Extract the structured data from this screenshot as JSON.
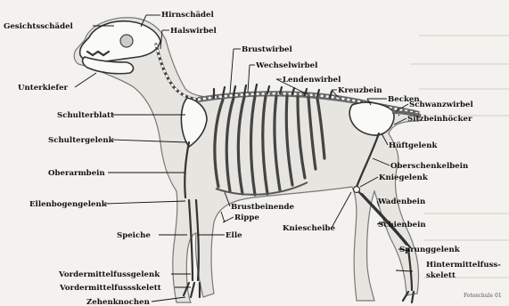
{
  "labels": {
    "gesichtsschaedel": "Gesichtsschädel",
    "hirnschaedel": "Hirnschädel",
    "halswirbel": "Halswirbel",
    "brustwirbel": "Brustwirbel",
    "wechselwirbel": "Wechselwirbel",
    "lendenwirbel": "Lendenwirbel",
    "kreuzbein": "Kreuzbein",
    "becken": "Becken",
    "schwanzwirbel": "Schwanzwirbel",
    "unterkiefer": "Unterkiefer",
    "sitzbeinhoecker": "Sitzbeinhöcker",
    "schulterblatt": "Schulterblatt",
    "hueftgelenk": "Hüftgelenk",
    "schultergelenk": "Schultergelenk",
    "oberschenkelbein": "Oberschenkelbein",
    "oberarmbein": "Oberarmbein",
    "kniegelenk": "Kniegelenk",
    "wadenbein": "Wadenbein",
    "ellenbogengelenk": "Ellenbogengelenk",
    "brustbeinende": "Brustbeinende",
    "schienbein": "Schienbein",
    "rippe": "Rippe",
    "kniescheibe": "Kniescheibe",
    "speiche": "Speiche",
    "elle": "Elle",
    "sprunggelenk": "Sprunggelenk",
    "hintermittelfuss_1": "Hintermittelfuss-",
    "hintermittelfuss_2": "skelett",
    "vordermittelfussgelenk": "Vordermittelfussgelenk",
    "vordermittelfussskelett": "Vordermittelfussskelett",
    "zehenknochen": "Zehenknochen"
  },
  "credit": "Fotoschule 01"
}
